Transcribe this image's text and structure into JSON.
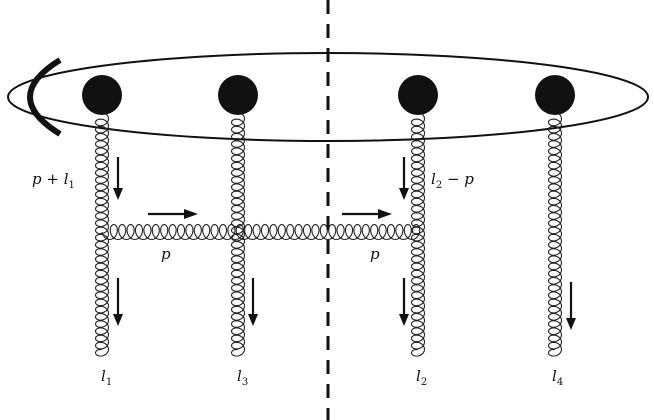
{
  "diagram": {
    "labels": {
      "momentum_top_left": {
        "base": "p + l",
        "sub": "1"
      },
      "momentum_top_right": {
        "base": "l",
        "sub": "2",
        "tail": " − p"
      },
      "rung_left": "p",
      "rung_right": "p",
      "leg_1": {
        "base": "l",
        "sub": "1"
      },
      "leg_3": {
        "base": "l",
        "sub": "3"
      },
      "leg_2": {
        "base": "l",
        "sub": "2"
      },
      "leg_4": {
        "base": "l",
        "sub": "4"
      }
    },
    "colors": {
      "ink": "#111111",
      "background": "#ffffff"
    }
  }
}
